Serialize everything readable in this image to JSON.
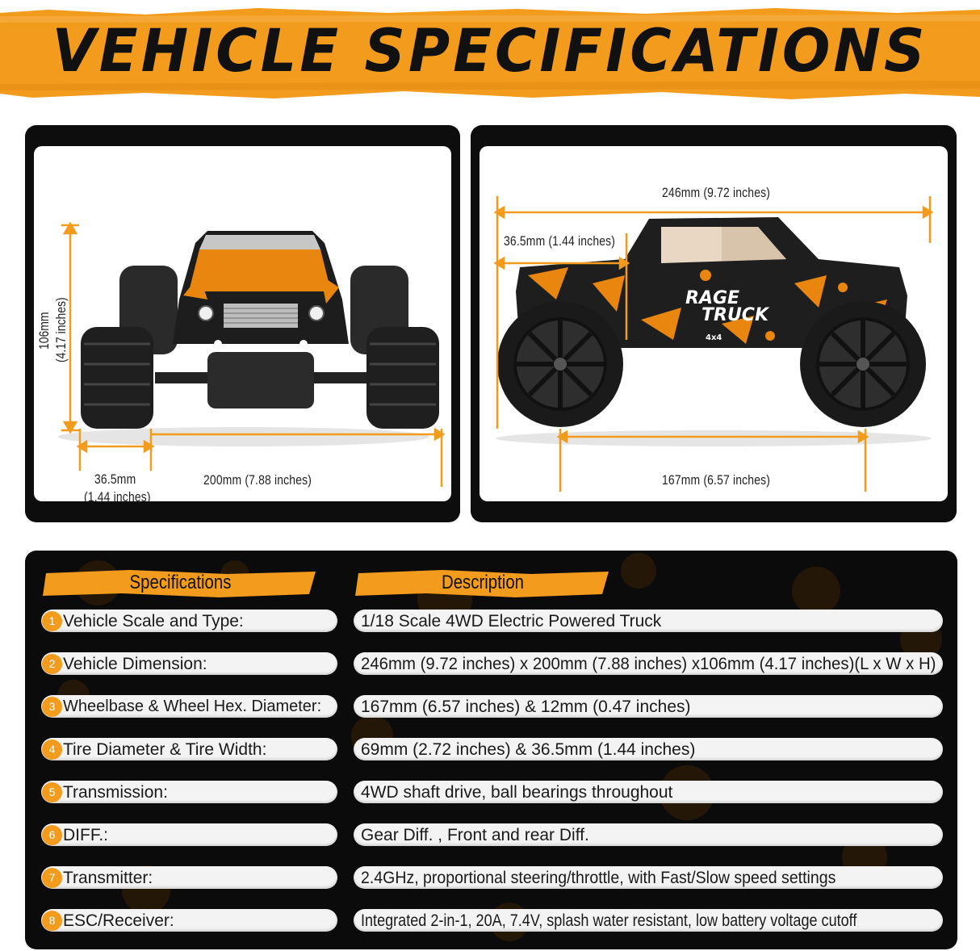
{
  "header": {
    "title": "VEHICLE SPECIFICATIONS",
    "accent_color": "#f29b1c",
    "text_color": "#111111"
  },
  "front_view": {
    "height_label_mm": "106mm",
    "height_label_in": "(4.17 inches)",
    "tire_width_mm": "36.5mm",
    "tire_width_in": "(1.44 inches)",
    "width_label": "200mm (7.88 inches)"
  },
  "side_view": {
    "length_label": "246mm (9.72 inches)",
    "tire_width_label": "36.5mm (1.44 inches)",
    "wheelbase_label": "167mm (6.57 inches)",
    "decal_text_1": "RAGE",
    "decal_text_2": "TRUCK",
    "decal_badge": "4x4"
  },
  "spec_table": {
    "header_spec": "Specifications",
    "header_desc": "Description",
    "rows": [
      {
        "num": "1",
        "spec": "Vehicle Scale and Type:",
        "desc": "1/18 Scale 4WD Electric Powered Truck"
      },
      {
        "num": "2",
        "spec": "Vehicle Dimension:",
        "desc": "246mm (9.72 inches) x 200mm (7.88 inches) x106mm (4.17 inches)(L x W x H)"
      },
      {
        "num": "3",
        "spec": "Wheelbase & Wheel Hex. Diameter:",
        "desc": "167mm (6.57 inches) & 12mm (0.47 inches)"
      },
      {
        "num": "4",
        "spec": "Tire Diameter & Tire Width:",
        "desc": "69mm (2.72 inches) & 36.5mm (1.44 inches)"
      },
      {
        "num": "5",
        "spec": "Transmission:",
        "desc": "4WD shaft drive, ball bearings throughout"
      },
      {
        "num": "6",
        "spec": "DIFF.:",
        "desc": "Gear Diff. , Front and rear Diff."
      },
      {
        "num": "7",
        "spec": "Transmitter:",
        "desc": "2.4GHz, proportional steering/throttle, with Fast/Slow speed settings"
      },
      {
        "num": "8",
        "spec": "ESC/Receiver:",
        "desc": "Integrated 2-in-1, 20A, 7.4V, splash water resistant, low battery voltage cutoff"
      }
    ]
  }
}
